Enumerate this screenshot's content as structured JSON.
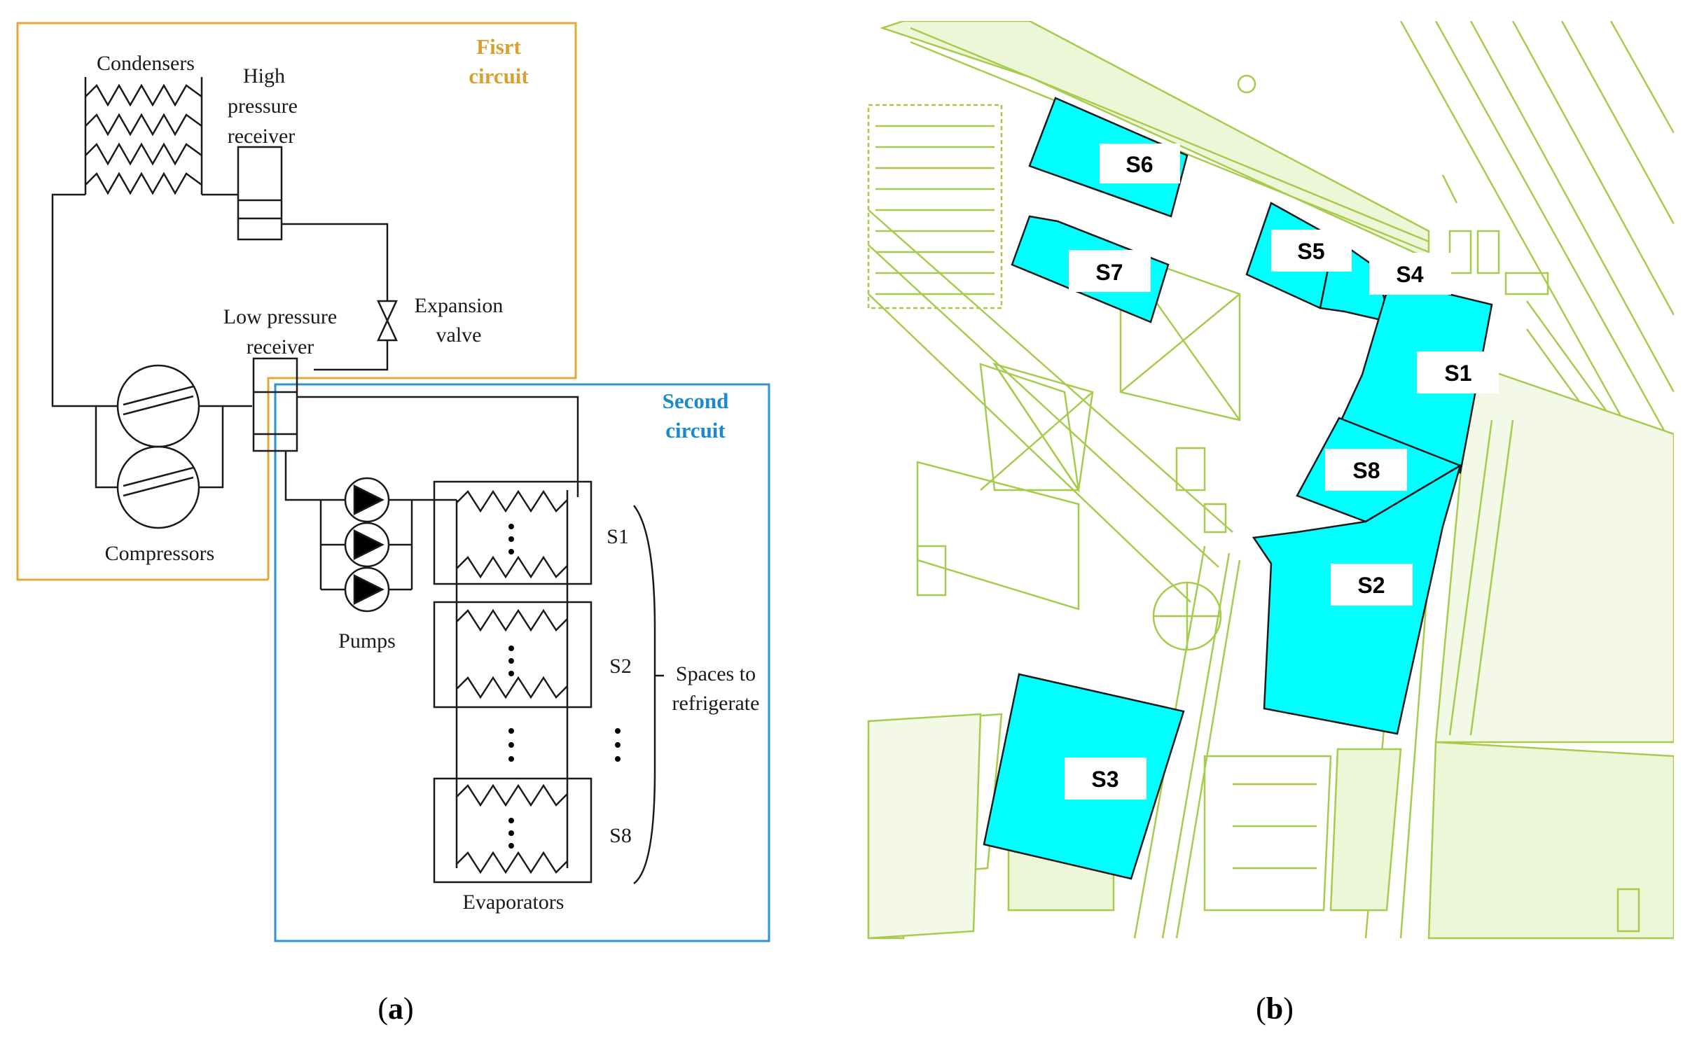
{
  "colors": {
    "first_circuit": "#e2a93a",
    "second_circuit": "#2b93d6",
    "space_fill": "#00ffff",
    "plan_lines": "#a6cc4d",
    "wiring": "#1a1a1a"
  },
  "panel_a": {
    "caption_letter": "a",
    "first_circuit_title": [
      "Fisrt",
      "circuit"
    ],
    "second_circuit_title": [
      "Second",
      "circuit"
    ],
    "condensers": "Condensers",
    "high_pressure_receiver": [
      "High",
      "pressure",
      "receiver"
    ],
    "expansion_valve": [
      "Expansion",
      "valve"
    ],
    "low_pressure_receiver": [
      "Low pressure",
      "receiver"
    ],
    "compressors": "Compressors",
    "pumps": "Pumps",
    "evaporators": "Evaporators",
    "spaces": [
      "S1",
      "S2",
      "S8"
    ],
    "spaces_to_refrigerate": [
      "Spaces to",
      "refrigerate"
    ]
  },
  "panel_b": {
    "caption_letter": "b",
    "spaces": [
      {
        "id": "S1"
      },
      {
        "id": "S2"
      },
      {
        "id": "S3"
      },
      {
        "id": "S4"
      },
      {
        "id": "S5"
      },
      {
        "id": "S6"
      },
      {
        "id": "S7"
      },
      {
        "id": "S8"
      }
    ]
  }
}
